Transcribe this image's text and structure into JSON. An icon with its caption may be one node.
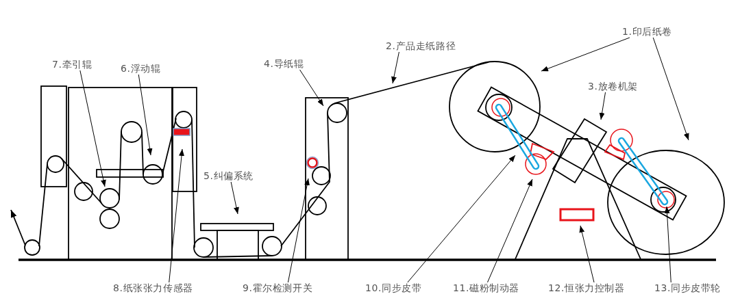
{
  "diagram": {
    "nodes": [
      {
        "text": [
          "1.印后纸卷"
        ]
      },
      {
        "text": [
          "2.产品走纸路径"
        ]
      },
      {
        "text": [
          "3.放卷机架"
        ]
      },
      {
        "text": [
          "4.导纸辊"
        ]
      },
      {
        "text": [
          "5.纠偏系统"
        ]
      },
      {
        "text": [
          "6.浮动辊"
        ]
      },
      {
        "text": [
          "7.牵引辊"
        ]
      },
      {
        "text": [
          "8.纸张张力传感器"
        ]
      },
      {
        "text": [
          "9.霍尔检测开关"
        ]
      },
      {
        "text": [
          "10.同步皮带"
        ]
      },
      {
        "text": [
          "11.磁粉制动器"
        ]
      },
      {
        "text": [
          "12.恒张力控制器"
        ]
      },
      {
        "text": [
          "13.同步皮带轮"
        ]
      }
    ],
    "edges": [
      {
        "from": 0,
        "to": null,
        "arrow": "to"
      },
      {
        "from": 0,
        "to": null,
        "arrow": "to"
      },
      {
        "from": 1,
        "to": null,
        "arrow": "to"
      },
      {
        "from": 2,
        "to": null,
        "arrow": "to"
      },
      {
        "from": 3,
        "to": null,
        "arrow": "to"
      },
      {
        "from": 4,
        "to": null,
        "arrow": "to"
      },
      {
        "from": 5,
        "to": null,
        "arrow": "to"
      },
      {
        "from": 6,
        "to": null,
        "arrow": "to"
      },
      {
        "from": 7,
        "to": null,
        "arrow": "to"
      },
      {
        "from": 8,
        "to": null,
        "arrow": "to"
      },
      {
        "from": 9,
        "to": null,
        "arrow": "to"
      },
      {
        "from": 10,
        "to": null,
        "arrow": "to"
      },
      {
        "from": 11,
        "to": null,
        "arrow": "to"
      },
      {
        "from": 12,
        "to": null,
        "arrow": "to"
      }
    ]
  }
}
